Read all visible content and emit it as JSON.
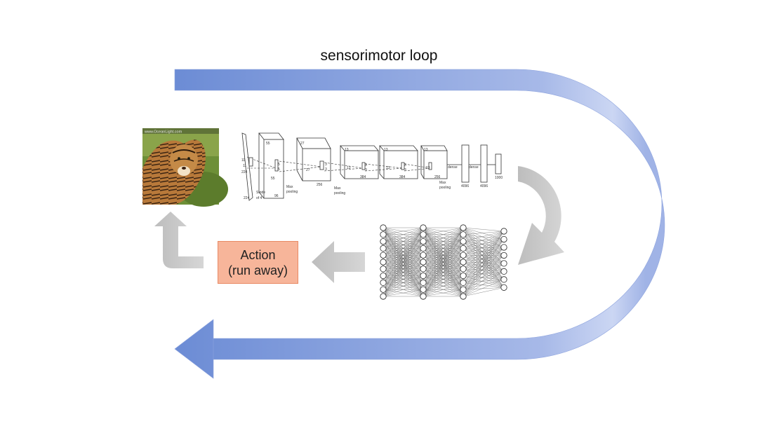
{
  "title": "sensorimotor loop",
  "action": {
    "line1": "Action",
    "line2": "(run away)"
  },
  "photo": {
    "watermark": "www.OceanLight.com",
    "subject": "tiger"
  },
  "cnn": {
    "labels": {
      "input_h": "224",
      "input_w": "224",
      "input_k": "11",
      "input_k2": "11",
      "conv1_a": "55",
      "conv1_b": "55",
      "conv1_ch": "96",
      "stride": "Stride",
      "stride2": "of 4",
      "conv1_k": "5",
      "conv1_k2": "5",
      "conv2_a": "27",
      "conv2_b": "27",
      "conv2_ch": "256",
      "conv2_k": "3",
      "conv2_k2": "3",
      "conv3_a": "13",
      "conv3_b": "13",
      "conv3_ch": "384",
      "conv3_k": "3",
      "conv3_k2": "3",
      "conv4_a": "13",
      "conv4_b": "13",
      "conv4_ch": "384",
      "conv4_k": "3",
      "conv4_k2": "3",
      "conv5_a": "13",
      "conv5_b": "13",
      "conv5_ch": "256",
      "pool1": "Max",
      "pool1b": "pooling",
      "pool2": "Max",
      "pool2b": "pooling",
      "pool3": "Max",
      "pool3b": "pooling",
      "dense1": "dense",
      "dense2": "dense",
      "fc1": "4096",
      "fc2": "4096",
      "fc3": "1000"
    }
  },
  "mlp": {
    "layers": [
      11,
      11,
      11,
      8
    ]
  },
  "colors": {
    "loop_start": "#6f8fd6",
    "loop_end": "#d8e0f6",
    "gray_arrow": "#c8c8c8",
    "action_fill": "#f7b59a"
  }
}
